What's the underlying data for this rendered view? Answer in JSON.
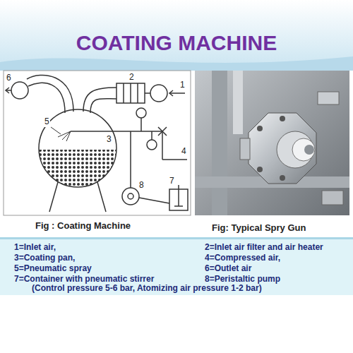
{
  "diagram": {
    "title": "COATING MACHINE",
    "labels": [
      "6",
      "2",
      "1",
      "5",
      "3",
      "4",
      "7",
      "8",
      "Fig : Coating Machine",
      "Fig: Typical Spry Gun",
      "1=Inlet air,",
      "2=Inlet air filter and air heater",
      "3=Coating pan,",
      "4=Compressed air,",
      "5=Pneumatic spray",
      "6=Outlet air",
      "7=Container with pneumatic stirrer",
      "8=Peristaltic pump",
      "(Control pressure 5-6 bar, Atomizing air pressure 1-2 bar)"
    ]
  }
}
